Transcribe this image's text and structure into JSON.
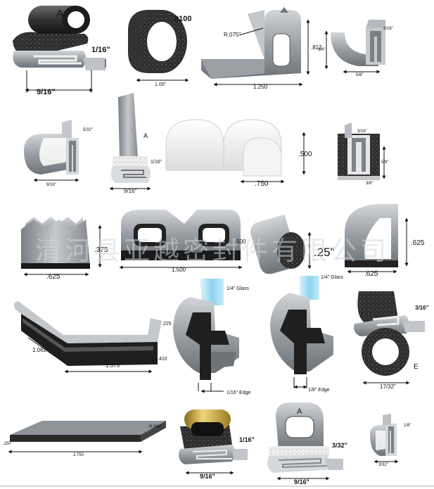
{
  "colors": {
    "background": "#ffffff",
    "rubber_dark": "#2b2b2b",
    "rubber_grey": "#8f9499",
    "rubber_light": "#c9ccd0",
    "foam_white": "#f4f4f4",
    "glass_blue": "#9fd8ee"
  },
  "watermark": "清河县亚越密封件有限公司",
  "items": [
    {
      "labels": [
        "A",
        "1/16\"",
        "9/16\""
      ]
    },
    {
      "labels": [
        "#100",
        "1.00\""
      ]
    },
    {
      "labels": [
        "R.075\"",
        ".812",
        "1.250"
      ]
    },
    {
      "labels": [
        "3/16\"",
        "3/4\"",
        "5/8\""
      ]
    },
    {
      "labels": [
        "5/32\"",
        "9/16\""
      ]
    },
    {
      "labels": [
        "A",
        "1/16\"",
        "9/16\""
      ]
    },
    {
      "labels": [
        ".500",
        ".750"
      ]
    },
    {
      "labels": [
        "3/16\"",
        "5/8\"",
        "3/8\""
      ]
    },
    {
      "labels": [
        ".375",
        ".625"
      ]
    },
    {
      "labels": [
        ".500",
        "1.500"
      ]
    },
    {
      "labels": [
        ".25\""
      ]
    },
    {
      "labels": [
        ".625",
        ".625"
      ]
    },
    {
      "labels": [
        ".225",
        "1.062",
        "1.375",
        ".410"
      ]
    },
    {
      "labels": [
        "1/4\" Glass",
        "1/16\" Edge"
      ]
    },
    {
      "labels": [
        "1/4\" Glass",
        "1/8\" Edge"
      ]
    },
    {
      "labels": [
        "3/16\"",
        "E",
        "17/32\""
      ]
    },
    {
      "labels": [
        "R.062\"",
        ".250",
        "2.750"
      ]
    },
    {
      "labels": [
        "1/16\"",
        "9/16\""
      ]
    },
    {
      "labels": [
        "A",
        "3/32\"",
        "9/16\""
      ]
    },
    {
      "labels": [
        "1/8\"",
        "3/32\""
      ]
    }
  ]
}
